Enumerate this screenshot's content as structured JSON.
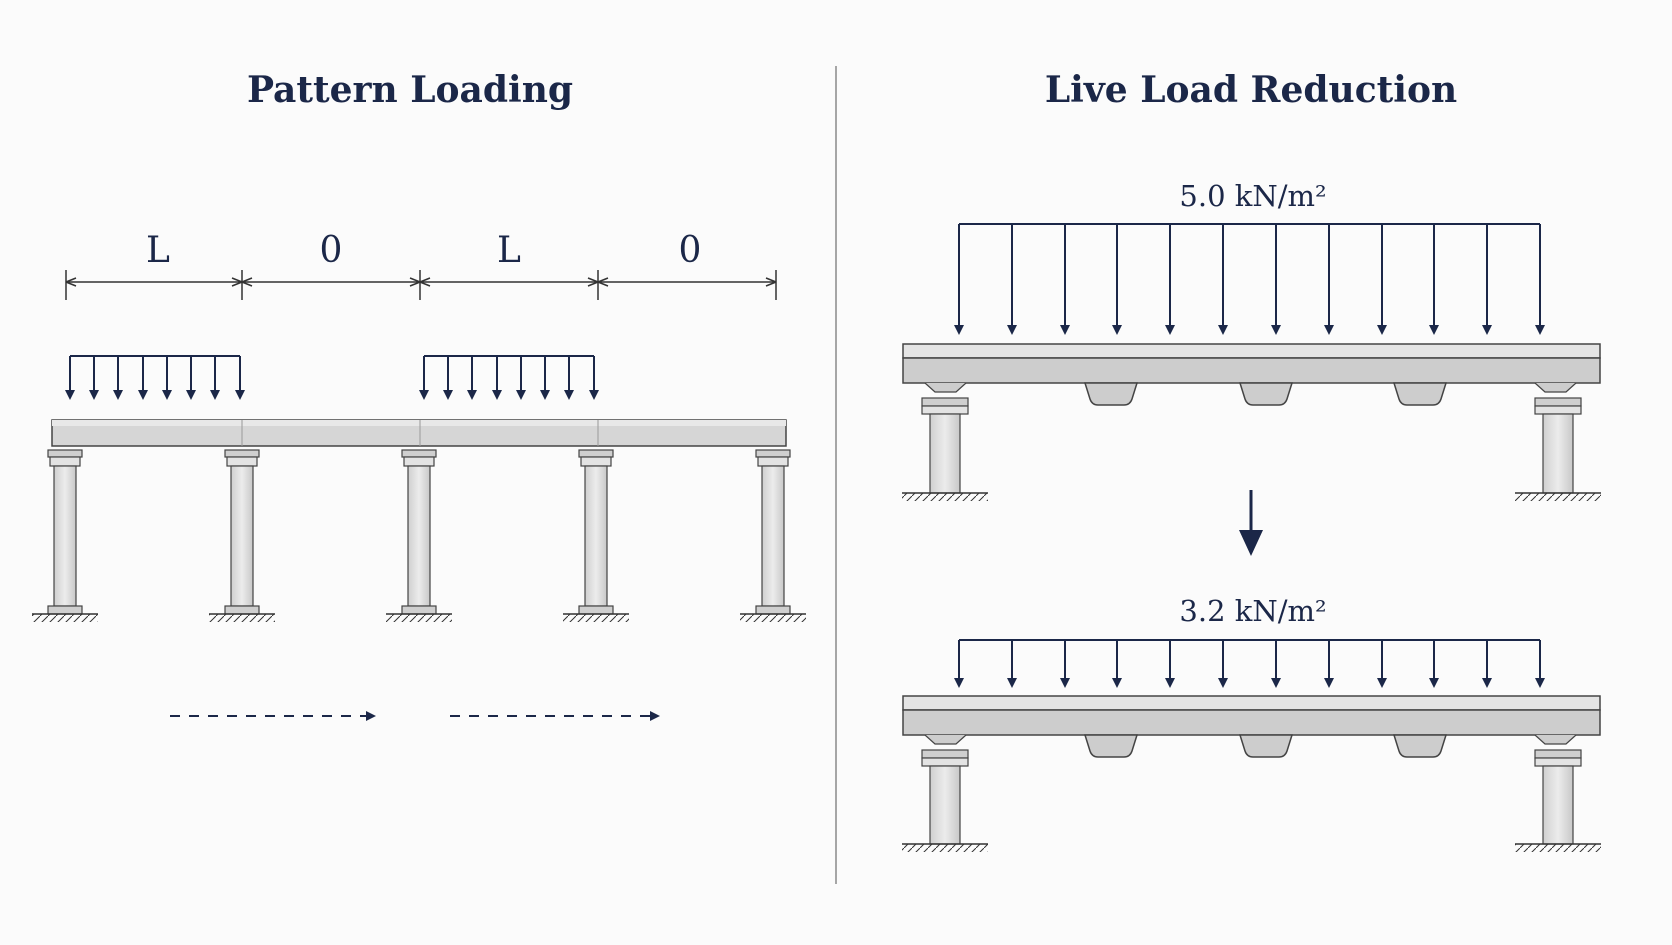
{
  "left_panel": {
    "title": "Pattern Loading",
    "span_labels": [
      "L",
      "0",
      "L",
      "0"
    ]
  },
  "right_panel": {
    "title": "Live Load Reduction",
    "load_before": "5.0 kN/m²",
    "load_after": "3.2 kN/m²"
  },
  "colors": {
    "ink": "#1b2748",
    "concrete": "#d9d9d9",
    "concrete_dark": "#bdbdbd",
    "column": "#e6e6e6",
    "divider": "#8a8a8a"
  }
}
